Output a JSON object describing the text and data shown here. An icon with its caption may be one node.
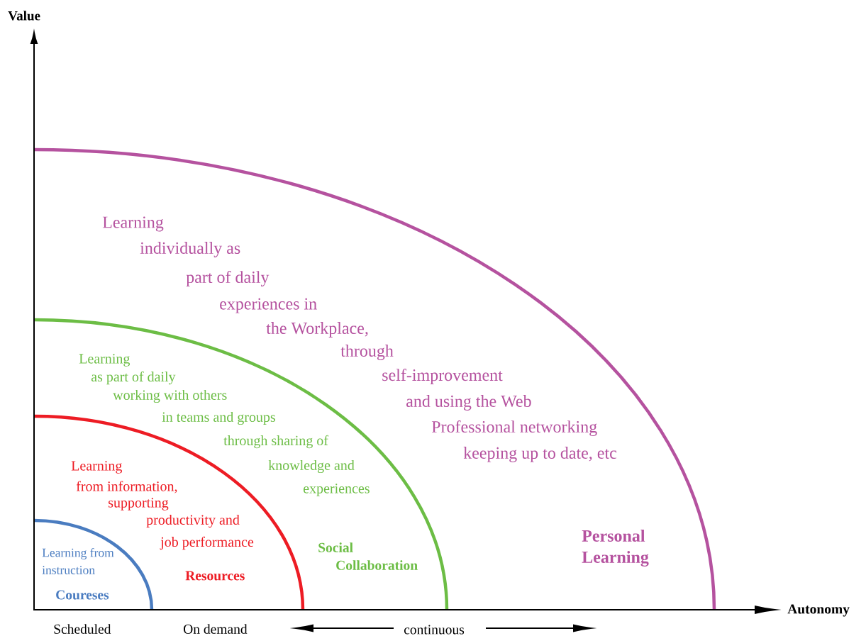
{
  "diagram": {
    "labels": [
      "Value",
      "Learning",
      "individually as",
      "part of daily",
      "experiences in",
      "the Workplace,",
      "through",
      "self-improvement",
      "and using the Web",
      "Professional networking",
      "keeping up to date, etc",
      "Learning",
      "as part of daily",
      "working with others",
      "in teams and groups",
      "through sharing of",
      "knowledge and",
      "experiences",
      "Learning",
      "from  information,",
      "supporting",
      "productivity and",
      "job performance",
      "Learning from",
      "instruction",
      "Personal Learning",
      "Social",
      "Collaboration",
      "Resources",
      "Coureses",
      "Autonomy",
      "Scheduled",
      "On demand",
      "continuous"
    ]
  }
}
